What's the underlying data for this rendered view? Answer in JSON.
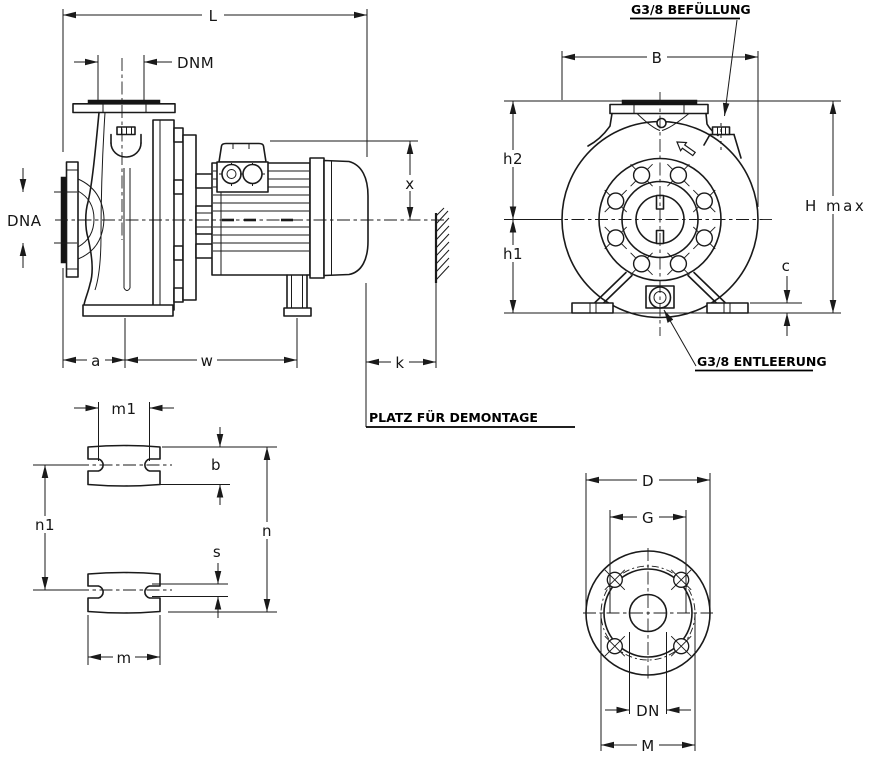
{
  "drawing": {
    "background": "#ffffff",
    "line_color": "#1a1a1a",
    "side_view": {
      "dim_L": "L",
      "dim_DNM": "DNM",
      "dim_DNA": "DNA",
      "dim_x": "x",
      "dim_a": "a",
      "dim_w": "w",
      "dim_k": "k",
      "note_demontage": "PLATZ FÜR DEMONTAGE"
    },
    "front_view": {
      "dim_B": "B",
      "dim_h2": "h2",
      "dim_h1": "h1",
      "dim_H_max": "H max",
      "dim_c": "c",
      "callout_fill": "G3/8 BEFÜLLUNG",
      "callout_drain": "G3/8 ENTLEERUNG"
    },
    "baseplate_view": {
      "dim_m1": "m1",
      "dim_b": "b",
      "dim_n1": "n1",
      "dim_n": "n",
      "dim_s": "s",
      "dim_m": "m"
    },
    "flange_view": {
      "dim_D": "D",
      "dim_G": "G",
      "dim_DN": "DN",
      "dim_M": "M"
    }
  }
}
